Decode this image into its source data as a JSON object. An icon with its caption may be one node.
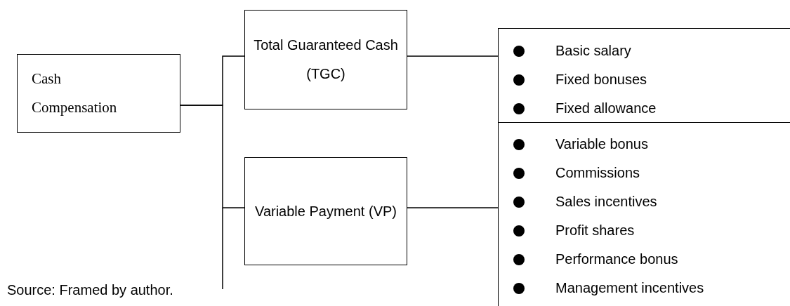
{
  "diagram": {
    "nodes": [
      {
        "text": [
          "Cash Compensation"
        ]
      },
      {
        "text": [
          "Total Guaranteed Cash (TGC)"
        ]
      },
      {
        "text": [
          "Variable Payment (VP)"
        ]
      },
      {
        "text": [
          "Basic salary",
          "Fixed bonuses",
          "Fixed allowance"
        ]
      },
      {
        "text": [
          "Variable bonus",
          "Commissions",
          "Sales incentives",
          "Profit shares",
          "Performance bonus",
          "Management incentives"
        ]
      }
    ],
    "edges": [
      {
        "from": 0,
        "to": 1,
        "arrow": "none"
      },
      {
        "from": 0,
        "to": 2,
        "arrow": "none"
      },
      {
        "from": 1,
        "to": 3,
        "arrow": "none"
      },
      {
        "from": 2,
        "to": 4,
        "arrow": "none"
      }
    ],
    "labels": [
      "Source: Framed by author."
    ]
  }
}
